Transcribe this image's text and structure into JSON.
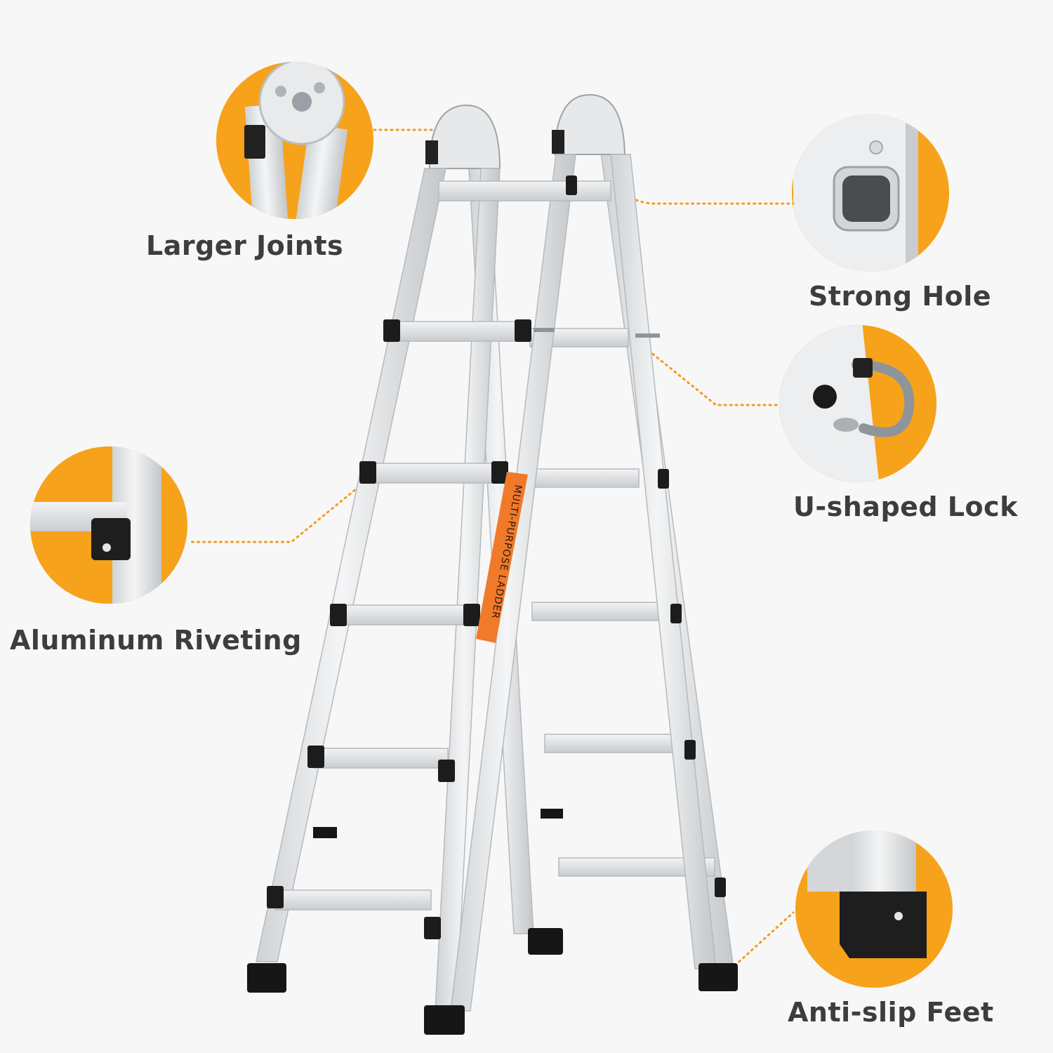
{
  "ladder_label": "MULTI-PURPOSE LADDER",
  "features": {
    "larger_joints": "Larger Joints",
    "strong_hole": "Strong Hole",
    "u_shaped_lock": "U-shaped Lock",
    "aluminum_riveting": "Aluminum Riveting",
    "anti_slip_feet": "Anti-slip Feet"
  },
  "colors": {
    "accent": "#f7a21b",
    "aluminum": "#e4e6e8",
    "cap": "#1e1e1e",
    "label_orange": "#f07a2a",
    "text": "#3d3d3d"
  }
}
